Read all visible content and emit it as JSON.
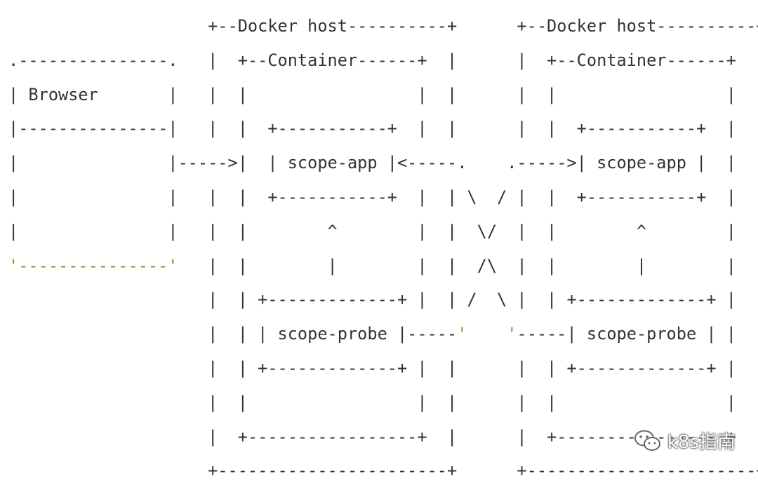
{
  "diagram": {
    "lines": [
      "                          +--Docker host----------+      +--Docker host----------+",
      ".---------------.   |  +--Container------+  |      |  +--Container------+  |",
      "| Browser       |   |  |                 |  |      |  |                 |  |",
      "|---------------|   |  |  +-----------+  |  |      |  |  +-----------+  |  |",
      "|               |----->|  | scope-app |<-----.    .----->| scope-app |  |  |",
      "|               |   |  |  +-----------+  |  | \\  / |  |  +-----------+  |  |",
      "|               |   |  |        ^        |  |  \\/  |  |        ^        |  |",
      "'---------------'   |  |        |        |  |  /\\  |  |        |        |  |",
      "                    |  | +-------------+ |  | /  \\ |  | +-------------+ |  |",
      "                    |  | | scope-probe |-----'    '-----| scope-probe | |  |",
      "                    |  | +-------------+ |  |      |  | +-------------+ |  |",
      "                    |  |                 |  |      |  |                 |  |",
      "                    |  +-----------------+  |      |  +-----------------+  |",
      "                    +-----------------------+      +-----------------------+"
    ]
  },
  "ascii": {
    "l0": "                    +--Docker host----------+      +--Docker host----------+",
    "l1": ".---------------.   |  +--Container------+  |      |  +--Container------+  |",
    "l2": "| Browser       |   |  |                 |  |      |  |                 |  |",
    "l3": "|---------------|   |  |  +-----------+  |  |      |  |  +-----------+  |  |",
    "l4": "|               |----->|  | scope-app |<-----.    .----->| scope-app |  |  |",
    "l5": "|               |   |  |  +-----------+  |  | \\  / |  |  +-----------+  |  |",
    "l6": "|               |   |  |        ^        |  |  \\/  |  |        ^        |  |",
    "l7a": "'---------------'",
    "l7b": "   |  |        |        |  |  /\\  |  |        |        |  |",
    "l8": "                    |  | +-------------+ |  | /  \\ |  | +-------------+ |  |",
    "l9a": "                    |  | | scope-probe |-----",
    "l9b": "'",
    "l9c": "    ",
    "l9d": "'",
    "l9e": "-----| scope-probe | |  |",
    "l10": "                    |  | +-------------+ |  |      |  | +-------------+ |  |",
    "l11": "                    |  |                 |  |      |  |                 |  |",
    "l12": "                    |  +-----------------+  |      |  +-----------------+  |",
    "l13": "                    +-----------------------+      +-----------------------+"
  },
  "watermark": {
    "text": "k8s指南",
    "icon": "wechat-icon"
  },
  "colors": {
    "text": "#333333",
    "accent_green": "#6f9a1e"
  }
}
